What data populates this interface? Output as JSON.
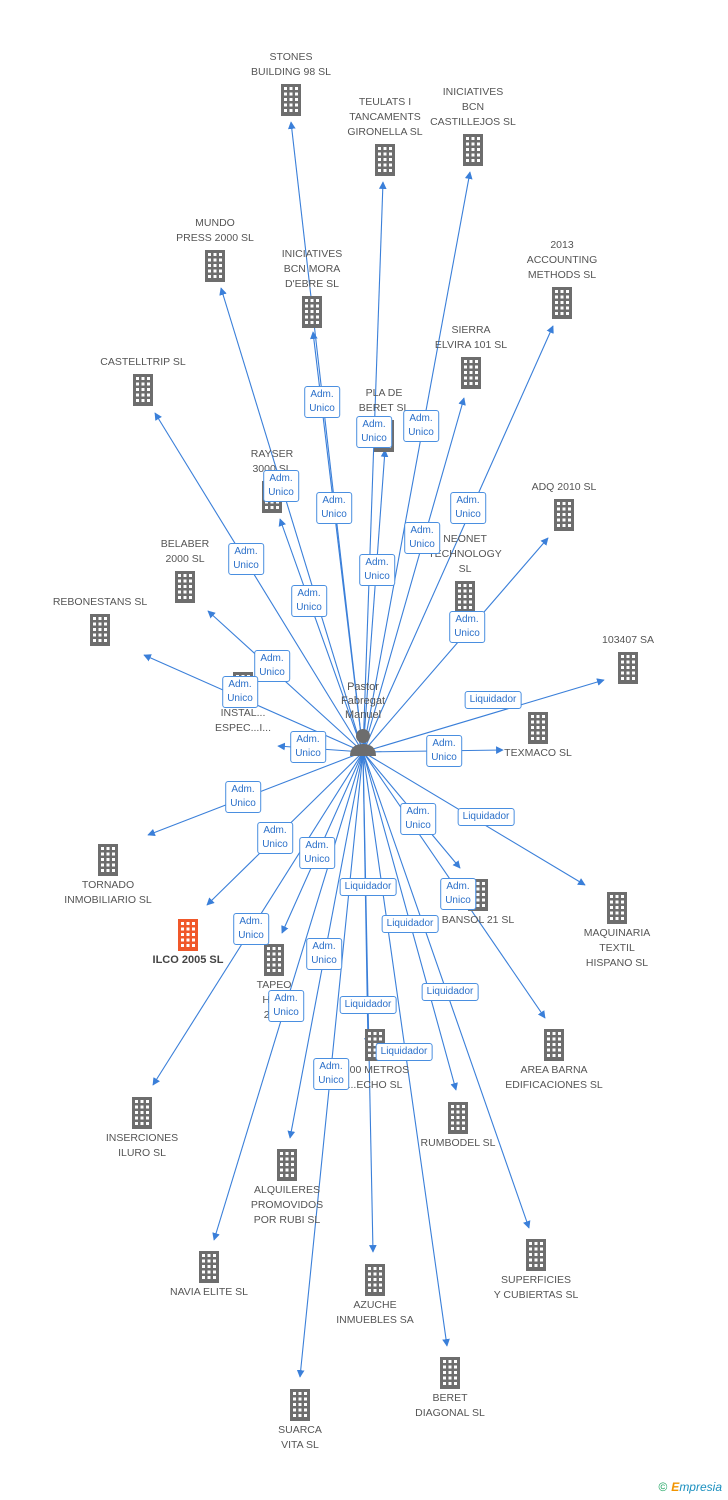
{
  "center": {
    "name": [
      "Pastor",
      "Fabregat",
      "Manuel"
    ],
    "icon": "person-icon"
  },
  "colors": {
    "edge": "#3a7fd9",
    "building": "#6d6d6d",
    "highlight": "#f0582a",
    "badge_text": "#2a6fc9"
  },
  "companies": [
    {
      "id": "stones",
      "lines": [
        "STONES",
        "BUILDING 98 SL"
      ],
      "icon": "building-icon"
    },
    {
      "id": "teulats",
      "lines": [
        "TEULATS I",
        "TANCAMENTS",
        "GIRONELLA SL"
      ],
      "icon": "building-icon"
    },
    {
      "id": "iniciatives_cast",
      "lines": [
        "INICIATIVES",
        "BCN",
        "CASTILLEJOS SL"
      ],
      "icon": "building-icon"
    },
    {
      "id": "mundo",
      "lines": [
        "MUNDO",
        "PRESS 2000 SL"
      ],
      "icon": "building-icon"
    },
    {
      "id": "iniciatives_mora",
      "lines": [
        "INICIATIVES",
        "BCN MORA",
        "D'EBRE SL"
      ],
      "icon": "building-icon"
    },
    {
      "id": "accounting",
      "lines": [
        "2013",
        "ACCOUNTING",
        "METHODS  SL"
      ],
      "icon": "building-icon"
    },
    {
      "id": "castelltrip",
      "lines": [
        "CASTELLTRIP SL"
      ],
      "icon": "building-icon"
    },
    {
      "id": "sierra",
      "lines": [
        "SIERRA",
        "ELVIRA 101 SL"
      ],
      "icon": "building-icon"
    },
    {
      "id": "pla",
      "lines": [
        "PLA DE",
        "BERET SL"
      ],
      "icon": "building-icon"
    },
    {
      "id": "rayser",
      "lines": [
        "RAYSER",
        "3000 SL"
      ],
      "icon": "building-icon"
    },
    {
      "id": "adq",
      "lines": [
        "ADQ 2010 SL"
      ],
      "icon": "building-icon"
    },
    {
      "id": "belaber",
      "lines": [
        "BELABER",
        "2000 SL"
      ],
      "icon": "building-icon"
    },
    {
      "id": "neonet",
      "lines": [
        "NEONET",
        "TECHNOLOGY",
        "SL"
      ],
      "icon": "building-icon"
    },
    {
      "id": "rebonestans",
      "lines": [
        "REBONESTANS SL"
      ],
      "icon": "building-icon"
    },
    {
      "id": "s103407",
      "lines": [
        "103407 SA"
      ],
      "icon": "building-icon"
    },
    {
      "id": "instal",
      "lines": [
        "INSTAL...",
        "ESPEC...I..."
      ],
      "icon": "building-icon"
    },
    {
      "id": "texmaco",
      "lines": [
        "TEXMACO SL"
      ],
      "icon": "building-icon"
    },
    {
      "id": "tornado",
      "lines": [
        "TORNADO",
        "INMOBILIARIO SL"
      ],
      "icon": "building-icon"
    },
    {
      "id": "bansol",
      "lines": [
        "BANSOL 21 SL"
      ],
      "icon": "building-icon"
    },
    {
      "id": "maquinaria",
      "lines": [
        "MAQUINARIA",
        "TEXTIL",
        "HISPANO SL"
      ],
      "icon": "building-icon"
    },
    {
      "id": "ilco",
      "lines": [
        "ILCO 2005 SL"
      ],
      "icon": "building-icon",
      "highlight": true
    },
    {
      "id": "tapeo",
      "lines": [
        "TAPEO",
        "HA...",
        "20..."
      ],
      "icon": "building-icon"
    },
    {
      "id": "metros",
      "lines": [
        "...00 METROS",
        "...ECHO SL"
      ],
      "icon": "building-icon"
    },
    {
      "id": "area",
      "lines": [
        "AREA BARNA",
        "EDIFICACIONES SL"
      ],
      "icon": "building-icon"
    },
    {
      "id": "inserciones",
      "lines": [
        "INSERCIONES",
        "ILURO  SL"
      ],
      "icon": "building-icon"
    },
    {
      "id": "rumbodel",
      "lines": [
        "RUMBODEL SL"
      ],
      "icon": "building-icon"
    },
    {
      "id": "alquileres",
      "lines": [
        "ALQUILERES",
        "PROMOVIDOS",
        "POR RUBI SL"
      ],
      "icon": "building-icon"
    },
    {
      "id": "superficies",
      "lines": [
        "SUPERFICIES",
        "Y CUBIERTAS SL"
      ],
      "icon": "building-icon"
    },
    {
      "id": "navia",
      "lines": [
        "NAVIA ELITE SL"
      ],
      "icon": "building-icon"
    },
    {
      "id": "azuche",
      "lines": [
        "AZUCHE",
        "INMUEBLES SA"
      ],
      "icon": "building-icon"
    },
    {
      "id": "beret",
      "lines": [
        "BERET",
        "DIAGONAL SL"
      ],
      "icon": "building-icon"
    },
    {
      "id": "suarca",
      "lines": [
        "SUARCA",
        "VITA SL"
      ],
      "icon": "building-icon"
    }
  ],
  "relations": [
    {
      "to": "stones",
      "label": [
        "Adm.",
        "Unico"
      ]
    },
    {
      "to": "teulats",
      "label": [
        "Adm.",
        "Unico"
      ]
    },
    {
      "to": "iniciatives_cast",
      "label": [
        "Adm.",
        "Unico"
      ]
    },
    {
      "to": "mundo",
      "label": [
        "Adm.",
        "Unico"
      ]
    },
    {
      "to": "iniciatives_mora",
      "label": [
        "Adm.",
        "Unico"
      ]
    },
    {
      "to": "accounting",
      "label": [
        "Adm.",
        "Unico"
      ]
    },
    {
      "to": "castelltrip",
      "label": [
        "Adm.",
        "Unico"
      ]
    },
    {
      "to": "sierra",
      "label": [
        "Adm.",
        "Unico"
      ]
    },
    {
      "to": "pla",
      "label": [
        "Adm.",
        "Unico"
      ]
    },
    {
      "to": "rayser",
      "label": [
        "Adm.",
        "Unico"
      ]
    },
    {
      "to": "adq",
      "label": [
        "Adm.",
        "Unico"
      ]
    },
    {
      "to": "belaber",
      "label": [
        "Adm.",
        "Unico"
      ]
    },
    {
      "to": "rebonestans",
      "label": [
        "Adm.",
        "Unico"
      ]
    },
    {
      "to": "s103407",
      "label": [
        "Liquidador"
      ]
    },
    {
      "to": "instal",
      "label": [
        "Adm.",
        "Unico"
      ]
    },
    {
      "to": "texmaco",
      "label": [
        "Adm.",
        "Unico"
      ]
    },
    {
      "to": "tornado",
      "label": [
        "Adm.",
        "Unico"
      ]
    },
    {
      "to": "bansol",
      "label": [
        "Adm.",
        "Unico"
      ]
    },
    {
      "to": "maquinaria",
      "label": [
        "Liquidador"
      ]
    },
    {
      "to": "ilco",
      "label": [
        "Adm.",
        "Unico"
      ]
    },
    {
      "to": "tapeo",
      "label": [
        "Adm.",
        "Unico"
      ]
    },
    {
      "to": "metros",
      "label": [
        "Liquidador"
      ]
    },
    {
      "to": "area",
      "label": [
        "Adm.",
        "Unico"
      ]
    },
    {
      "to": "inserciones",
      "label": [
        "Adm.",
        "Unico"
      ]
    },
    {
      "to": "rumbodel",
      "label": [
        "Liquidador"
      ]
    },
    {
      "to": "alquileres",
      "label": [
        "Adm.",
        "Unico"
      ]
    },
    {
      "to": "superficies",
      "label": [
        "Liquidador"
      ]
    },
    {
      "to": "navia",
      "label": [
        "Adm.",
        "Unico"
      ]
    },
    {
      "to": "azuche",
      "label": [
        "Liquidador"
      ]
    },
    {
      "to": "beret",
      "label": [
        "Liquidador"
      ]
    },
    {
      "to": "suarca",
      "label": [
        "Adm.",
        "Unico"
      ]
    }
  ],
  "footer": {
    "copyright": "©",
    "brand_initial": "E",
    "brand_rest": "mpresia"
  }
}
